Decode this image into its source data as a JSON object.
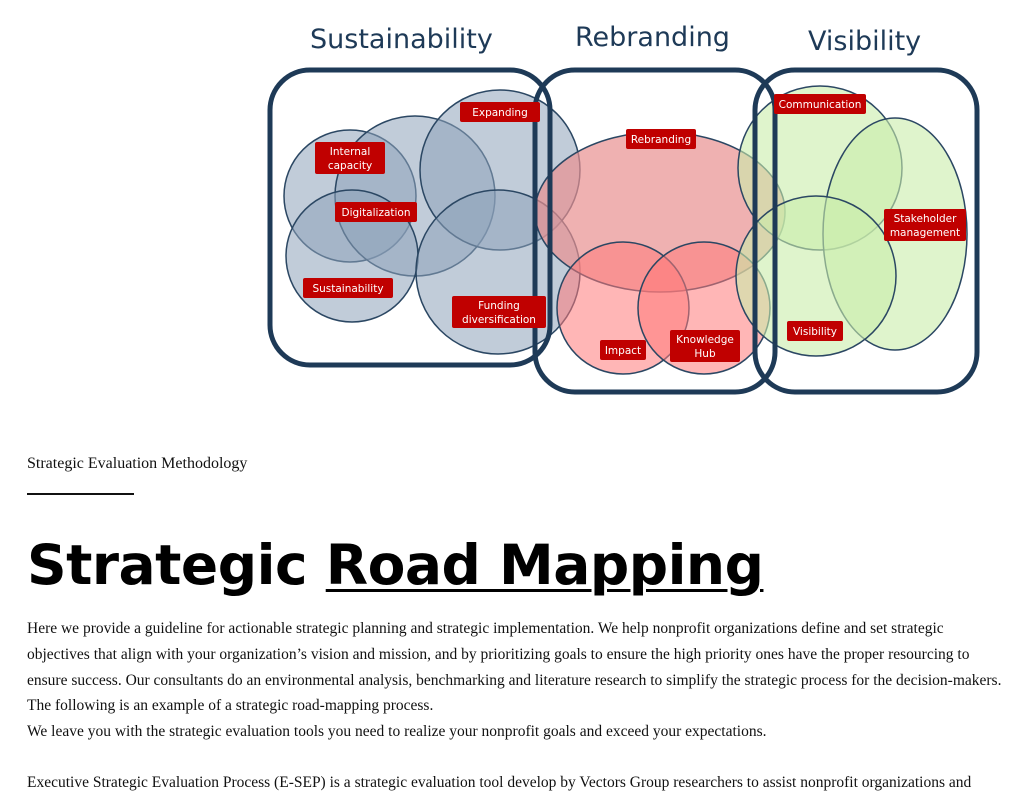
{
  "diagram": {
    "groups": [
      {
        "title": "Sustainability",
        "fill": "#8ea3ba",
        "tags": [
          "Expanding",
          "Internal",
          "capacity",
          "Digitalization",
          "Sustainability",
          "Funding",
          "diversification"
        ]
      },
      {
        "title": "Rebranding",
        "fill": "#f08a8a",
        "tags": [
          "Rebranding",
          "Impact",
          "Knowledge",
          "Hub"
        ]
      },
      {
        "title": "Visibility",
        "fill": "#c9edaa",
        "tags": [
          "Communication",
          "Stakeholder",
          "management",
          "Visibility"
        ]
      }
    ],
    "colors": {
      "frame": "#1e3a57",
      "tag": "#c00000",
      "sustainability": "#8ea3ba",
      "rebranding": "#f08a8a",
      "visibility": "#c9edaa"
    }
  },
  "section": {
    "eyebrow": "Strategic Evaluation Methodology",
    "title_plain": "Strategic ",
    "title_link": "Road Mapping"
  },
  "content": {
    "paragraph_1": "Here we provide a guideline for actionable strategic planning and strategic implementation. We help nonprofit organizations define and set strategic objectives that align with your organization’s vision and mission, and by prioritizing goals to ensure the high priority ones have the proper resourcing to ensure success. Our consultants do an environmental analysis, benchmarking and literature research to simplify the strategic process for the decision-makers. The following is an example of a strategic road-mapping process.",
    "paragraph_2": "We leave you with the strategic evaluation tools you need to realize your nonprofit goals and exceed your expectations.",
    "paragraph_3": "Executive Strategic Evaluation Process (E-SEP) is a strategic evaluation tool develop by Vectors Group researchers to assist nonprofit organizations and"
  }
}
